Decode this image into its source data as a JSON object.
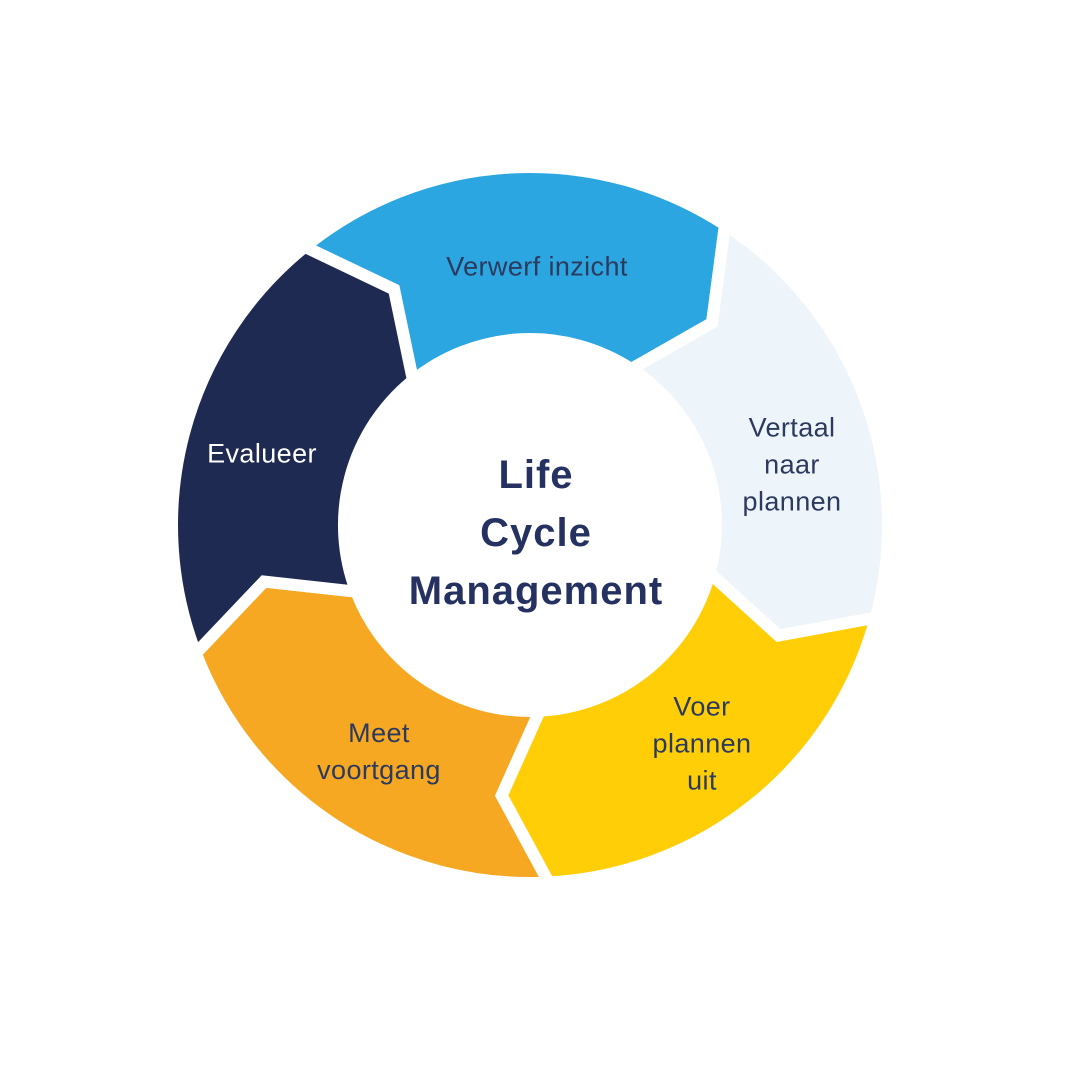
{
  "background_color": "#ffffff",
  "title": {
    "text": "Life\nCycle\nManagement",
    "color": "#253160"
  },
  "cycle": {
    "direction": "clockwise",
    "segments": [
      {
        "id": "verwerf-inzicht",
        "label": "Verwerf inzicht",
        "color": "#2ca6e0",
        "text_color": "#2c3a5e",
        "position": "top"
      },
      {
        "id": "vertaal-naar-plannen",
        "label": "Vertaal\nnaar\nplannen",
        "color": "#edf4fa",
        "text_color": "#2c3a5e",
        "position": "right"
      },
      {
        "id": "voer-plannen-uit",
        "label": "Voer\nplannen\nuit",
        "color": "#ffce07",
        "text_color": "#2c3a5e",
        "position": "bottom-right"
      },
      {
        "id": "meet-voortgang",
        "label": "Meet\nvoortgang",
        "color": "#f6a823",
        "text_color": "#2c3a5e",
        "position": "bottom-left"
      },
      {
        "id": "evalueer",
        "label": "Evalueer",
        "color": "#1f2a52",
        "text_color": "#ffffff",
        "position": "left"
      }
    ]
  }
}
